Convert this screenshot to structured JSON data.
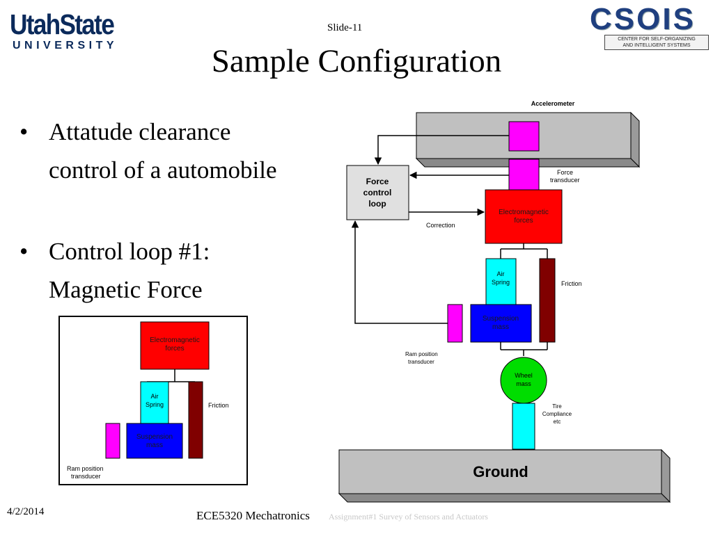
{
  "header": {
    "slide_number": "Slide-11",
    "title": "Sample Configuration"
  },
  "logos": {
    "usu_name": "UtahState",
    "usu_sub": "UNIVERSITY",
    "csois_word": "CSOIS",
    "csois_sub_line1": "CENTER FOR SELF-ORGANIZING",
    "csois_sub_line2": "AND INTELLIGENT SYSTEMS"
  },
  "bullets": [
    {
      "marker": "•",
      "text": "Attatude clearance control of a automobile"
    },
    {
      "marker": "•",
      "text": "Control loop #1: Magnetic Force"
    }
  ],
  "footer": {
    "date": "4/2/2014",
    "course": "ECE5320 Mechatronics",
    "ghost_text": "Assignment#1 Survey of Sensors and Actuators"
  },
  "large_diagram": {
    "accelerometer": "Accelerometer",
    "force_transducer_line1": "Force",
    "force_transducer_line2": "transducer",
    "force_control_line1": "Force",
    "force_control_line2": "control",
    "force_control_line3": "loop",
    "electromagnetic_line1": "Electromagnetic",
    "electromagnetic_line2": "forces",
    "correction": "Correction",
    "air_spring_line1": "Air",
    "air_spring_line2": "Spring",
    "friction": "Friction",
    "suspension_line1": "Suspension",
    "suspension_line2": "mass",
    "ram_line1": "Ram position",
    "ram_line2": "transducer",
    "wheel_line1": "Wheel",
    "wheel_line2": "mass",
    "tire_line1": "Tire",
    "tire_line2": "Compliance",
    "tire_line3": "etc",
    "ground": "Ground"
  },
  "small_diagram": {
    "electromagnetic_line1": "Electromagnetic",
    "electromagnetic_line2": "forces",
    "air_spring_line1": "Air",
    "air_spring_line2": "Spring",
    "friction": "Friction",
    "suspension_line1": "Suspension",
    "suspension_line2": "mass",
    "ram_line1": "Ram position",
    "ram_line2": "transducer"
  },
  "colors": {
    "electromagnetic": "#ff0000",
    "air_spring": "#00ffff",
    "friction": "#800000",
    "suspension": "#0000ff",
    "transducer": "#ff00ff",
    "wheel": "#00dd00",
    "gray_block": "#c0c0c0",
    "force_control_box": "#e0e0e0",
    "usu_blue": "#0b2a5b",
    "csois_blue": "#1f3f7f"
  }
}
